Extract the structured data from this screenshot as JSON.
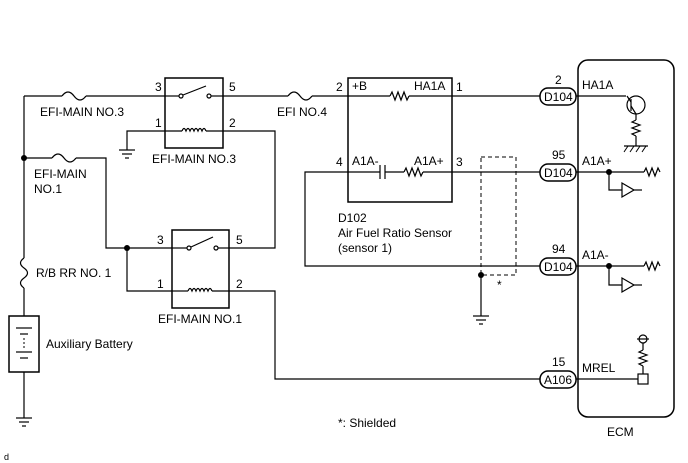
{
  "fuses": {
    "efi_main_no3": "EFI-MAIN NO.3",
    "efi_no4": "EFI NO.4",
    "efi_main_no1_a": "EFI-MAIN",
    "efi_main_no1_b": "NO.1",
    "rb_rr_no1": "R/B RR NO. 1"
  },
  "relays": {
    "relay3": {
      "name": "EFI-MAIN NO.3",
      "p3": "3",
      "p5": "5",
      "p1": "1",
      "p2": "2"
    },
    "relay1": {
      "name": "EFI-MAIN NO.1",
      "p3": "3",
      "p5": "5",
      "p1": "1",
      "p2": "2"
    }
  },
  "battery": {
    "label": "Auxiliary Battery"
  },
  "sensor": {
    "pin_2": "2",
    "pin_1": "1",
    "pin_4": "4",
    "pin_3": "3",
    "plus_b": "+B",
    "ha1a": "HA1A",
    "a1a_minus": "A1A-",
    "a1a_plus": "A1A+",
    "id": "D102",
    "name": "Air Fuel Ratio Sensor",
    "sub": "(sensor 1)"
  },
  "ecm": {
    "label": "ECM",
    "terminals": [
      {
        "pin": "2",
        "connector": "D104",
        "signal": "HA1A"
      },
      {
        "pin": "95",
        "connector": "D104",
        "signal": "A1A+"
      },
      {
        "pin": "94",
        "connector": "D104",
        "signal": "A1A-"
      },
      {
        "pin": "15",
        "connector": "A106",
        "signal": "MREL"
      }
    ]
  },
  "shield": {
    "mark": "*",
    "note": "*: Shielded"
  },
  "corner": "d"
}
